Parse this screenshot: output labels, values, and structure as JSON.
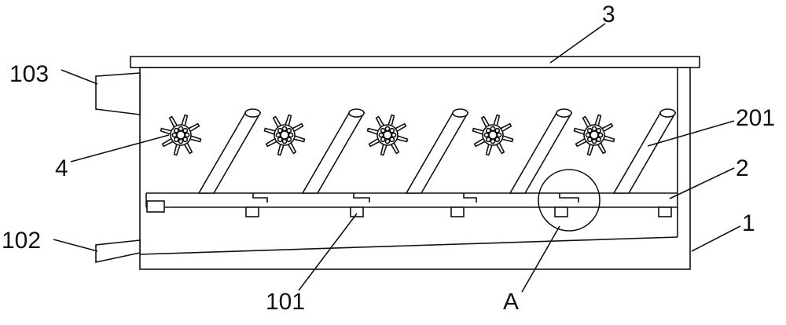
{
  "labels": {
    "part_3": "3",
    "part_103": "103",
    "part_201": "201",
    "part_4": "4",
    "part_2": "2",
    "part_102": "102",
    "part_1": "1",
    "part_101": "101",
    "detail_a": "A"
  },
  "rotors": {
    "count": 5,
    "blades": 8
  },
  "rods": {
    "count": 5
  },
  "support_blocks": {
    "count": 6
  }
}
